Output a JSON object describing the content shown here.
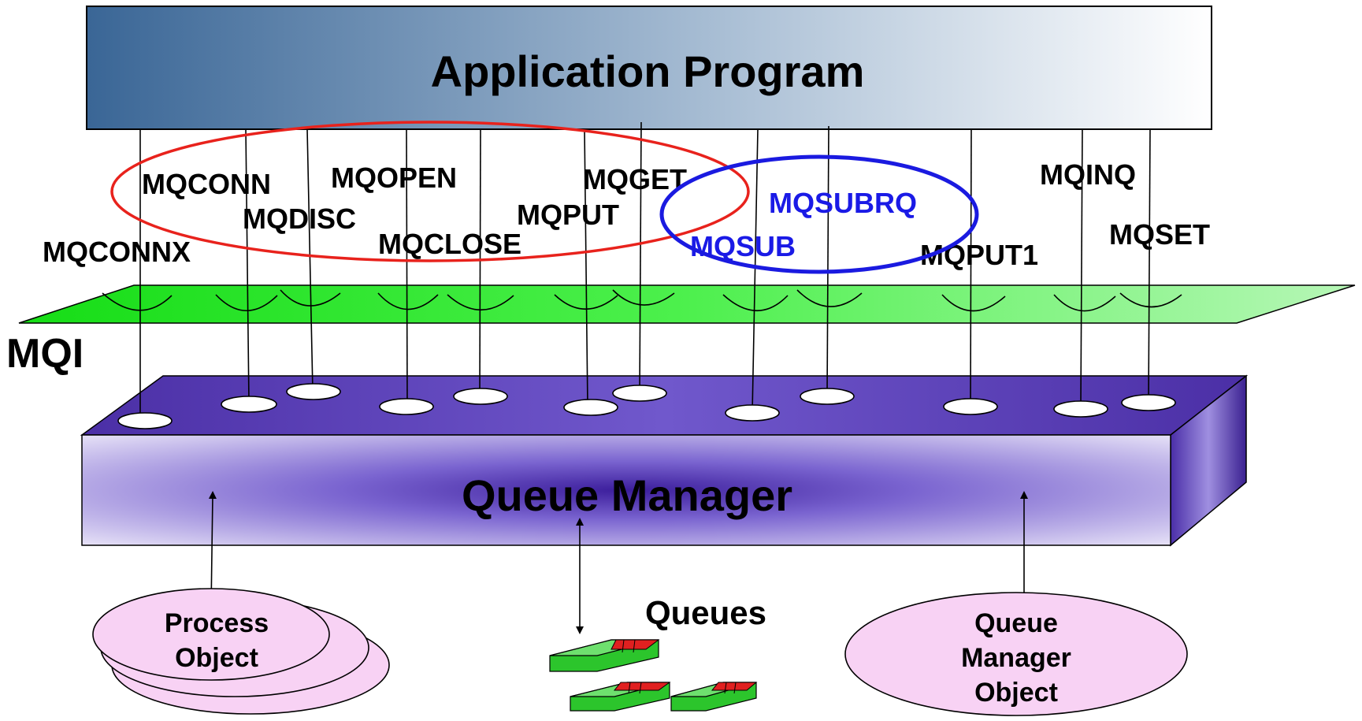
{
  "app_program": {
    "label": "Application Program"
  },
  "mqi": {
    "label": "MQI"
  },
  "queue_manager": {
    "label": "Queue Manager"
  },
  "calls": {
    "mqconnx": "MQCONNX",
    "mqconn": "MQCONN",
    "mqdisc": "MQDISC",
    "mqopen": "MQOPEN",
    "mqclose": "MQCLOSE",
    "mqput": "MQPUT",
    "mqget": "MQGET",
    "mqsub": "MQSUB",
    "mqsubrq": "MQSUBRQ",
    "mqput1": "MQPUT1",
    "mqinq": "MQINQ",
    "mqset": "MQSET"
  },
  "objects": {
    "process_line1": "Process",
    "process_line2": "Object",
    "queues": "Queues",
    "qm_line1": "Queue",
    "qm_line2": "Manager",
    "qm_line3": "Object"
  },
  "colors": {
    "app_dark": "#3a6696",
    "app_light": "#ffffff",
    "mqi_green": "#2ee82e",
    "qm_purple": "#5a3bb8",
    "red_ellipse": "#e8221c",
    "blue_ellipse": "#1a1ae0",
    "pink": "#f8d2f4",
    "pubsub_text": "#1a1ae6"
  }
}
